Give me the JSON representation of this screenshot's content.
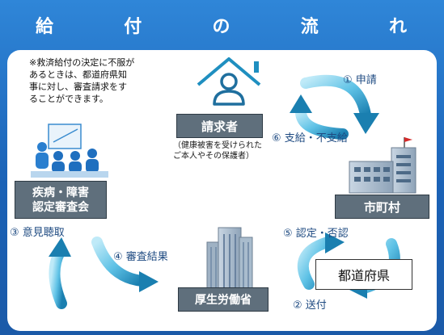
{
  "title_chars": [
    "給",
    "付",
    "の",
    "流",
    "れ"
  ],
  "note": [
    "※救済給付の決定に不服が",
    "あるときは、都道府県知",
    "事に対し、審査請求をす",
    "ることができます。"
  ],
  "boxes": {
    "claimant": "請求者",
    "claimant_sub": [
      "（健康被害を受けられた",
      "ご本人やその保護者）"
    ],
    "municipality": "市町村",
    "council": [
      "疾病・障害",
      "認定審査会"
    ],
    "ministry": "厚生労働省",
    "prefecture": "都道府県"
  },
  "steps": {
    "s1": "① 申請",
    "s2": "② 送付",
    "s3": "③ 意見聴取",
    "s4": "④ 審査結果",
    "s5": "⑤ 認定・否認",
    "s6": "⑥ 支給・不支給"
  },
  "colors": {
    "header_blue": "#2f86d8",
    "arrow_light": "#8ad6ef",
    "arrow_dark": "#1a7fb0",
    "box_gray": "#5f6f7c",
    "label_blue": "#1f4b82"
  }
}
